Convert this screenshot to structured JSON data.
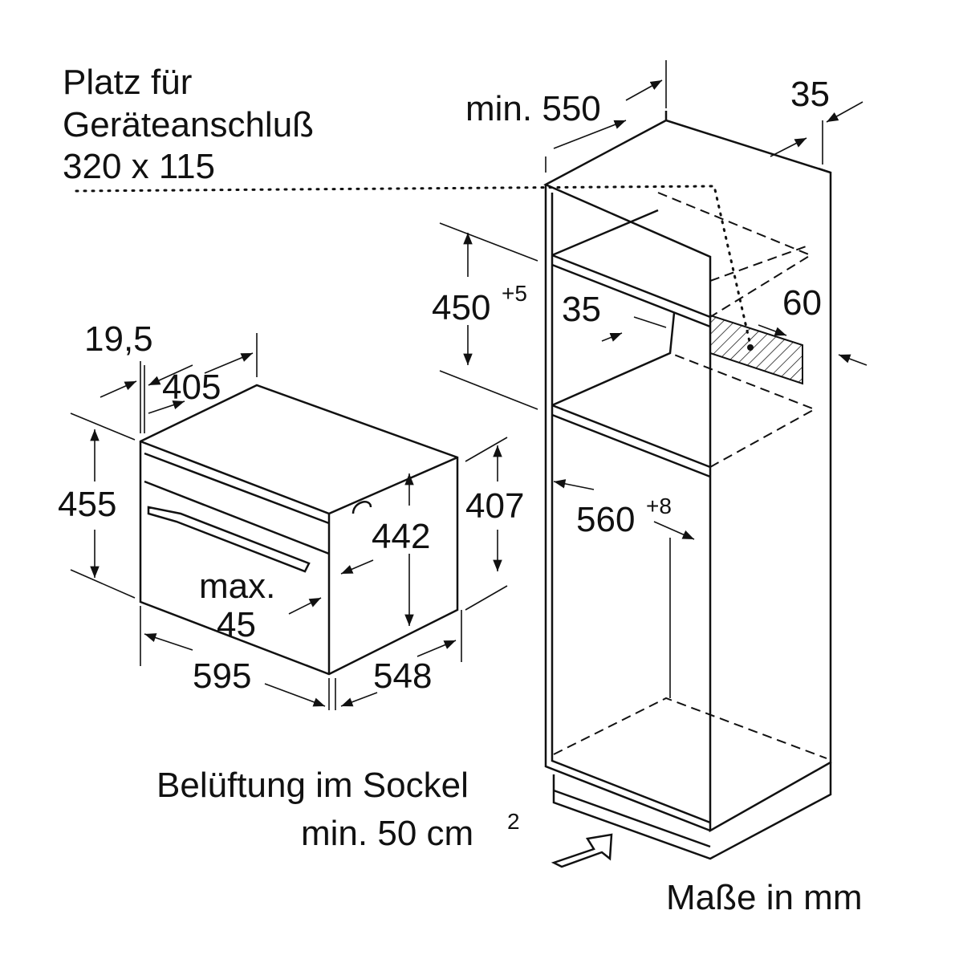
{
  "note_connection": {
    "line1": "Platz für",
    "line2": "Geräteanschluß",
    "line3": "320 x 115"
  },
  "cabinet": {
    "depth_min": "min. 550",
    "side_gap": "35",
    "niche_height": "450",
    "niche_height_tol": "+5",
    "shelf_gap": "35",
    "rear_gap": "60",
    "niche_width": "560",
    "niche_width_tol": "+8"
  },
  "appliance": {
    "front_offset": "19,5",
    "top_depth": "405",
    "height_total": "455",
    "height_body": "407",
    "inner_height": "442",
    "handle_max_label": "max.",
    "handle_max_value": "45",
    "width": "595",
    "depth": "548"
  },
  "ventilation": {
    "line1": "Belüftung im Sockel",
    "line2": "min. 50 cm",
    "line2_sup": "2"
  },
  "units_note": "Maße in mm"
}
